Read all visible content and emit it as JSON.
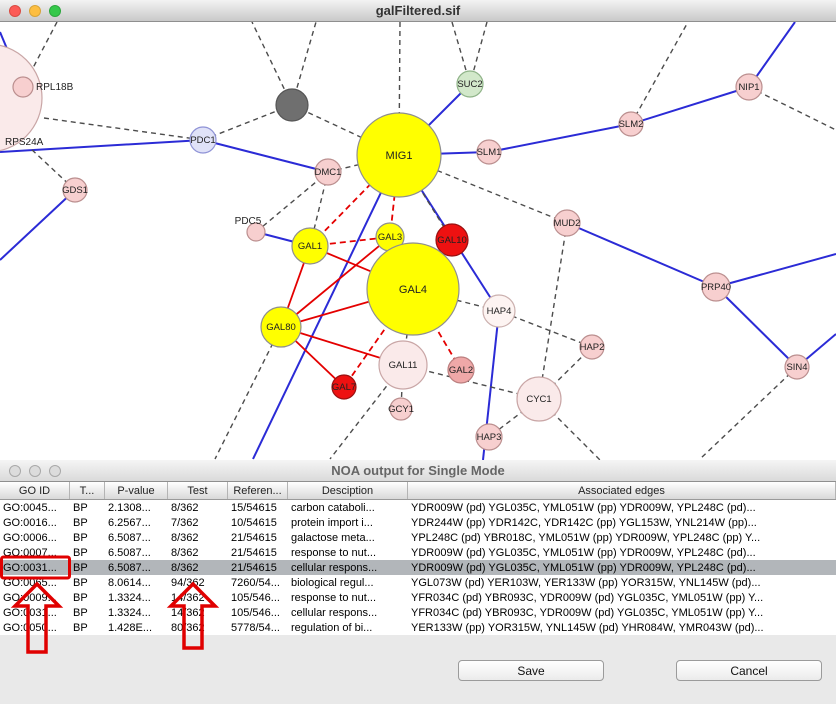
{
  "window_top": {
    "title": "galFiltered.sif"
  },
  "window_bottom": {
    "title": "NOA output for Single Mode"
  },
  "graph": {
    "nodes": {
      "rpl18b": {
        "label": "RPL18B"
      },
      "rps24a": {
        "label": "RPS24A"
      },
      "pdc1": {
        "label": "PDC1"
      },
      "gds1": {
        "label": "GDS1"
      },
      "dmc1": {
        "label": "DMC1"
      },
      "mig1": {
        "label": "MIG1"
      },
      "suc2": {
        "label": "SUC2"
      },
      "slm1": {
        "label": "SLM1"
      },
      "slm2": {
        "label": "SLM2"
      },
      "nip1": {
        "label": "NIP1"
      },
      "mud2": {
        "label": "MUD2"
      },
      "prp40": {
        "label": "PRP40"
      },
      "sin4": {
        "label": "SIN4"
      },
      "pdc5": {
        "label": "PDC5"
      },
      "gal1": {
        "label": "GAL1"
      },
      "gal3": {
        "label": "GAL3"
      },
      "gal10": {
        "label": "GAL10"
      },
      "gal4": {
        "label": "GAL4"
      },
      "hap4": {
        "label": "HAP4"
      },
      "hap2": {
        "label": "HAP2"
      },
      "gal80": {
        "label": "GAL80"
      },
      "gal11": {
        "label": "GAL11"
      },
      "gal2": {
        "label": "GAL2"
      },
      "gal7": {
        "label": "GAL7"
      },
      "gcy1": {
        "label": "GCY1"
      },
      "cyc1": {
        "label": "CYC1"
      },
      "hap3": {
        "label": "HAP3"
      }
    },
    "colors": {
      "node_highlight_yellow": "#ffff00",
      "node_highlight_red": "#ee1111",
      "edge_blue": "#2b2bd6",
      "edge_red": "#e40000",
      "edge_gray_dashed": "#4c4c4c",
      "annotation_red": "#e00000"
    }
  },
  "table": {
    "columns": [
      "GO ID",
      "T...",
      "P-value",
      "Test",
      "Referen...",
      "Desciption",
      "Associated edges"
    ],
    "rows": [
      {
        "go": "GO:0045...",
        "type": "BP",
        "p": "2.1308...",
        "test": "8/362",
        "ref": "15/54615",
        "desc": "carbon cataboli...",
        "edges": "YDR009W (pd) YGL035C, YML051W (pp) YDR009W, YPL248C (pd)...",
        "selected": false
      },
      {
        "go": "GO:0016...",
        "type": "BP",
        "p": "6.2567...",
        "test": "7/362",
        "ref": "10/54615",
        "desc": "protein import i...",
        "edges": "YDR244W (pp) YDR142C, YDR142C (pp) YGL153W, YNL214W (pp)...",
        "selected": false
      },
      {
        "go": "GO:0006...",
        "type": "BP",
        "p": "6.5087...",
        "test": "8/362",
        "ref": "21/54615",
        "desc": "galactose meta...",
        "edges": "YPL248C (pd) YBR018C, YML051W (pp) YDR009W, YPL248C (pp) Y...",
        "selected": false
      },
      {
        "go": "GO:0007...",
        "type": "BP",
        "p": "6.5087...",
        "test": "8/362",
        "ref": "21/54615",
        "desc": "response to nut...",
        "edges": "YDR009W (pd) YGL035C, YML051W (pp) YDR009W, YPL248C (pd)...",
        "selected": false
      },
      {
        "go": "GO:0031...",
        "type": "BP",
        "p": "6.5087...",
        "test": "8/362",
        "ref": "21/54615",
        "desc": "cellular respons...",
        "edges": "YDR009W (pd) YGL035C, YML051W (pp) YDR009W, YPL248C (pd)...",
        "selected": true
      },
      {
        "go": "GO:0065...",
        "type": "BP",
        "p": "8.0614...",
        "test": "94/362",
        "ref": "7260/54...",
        "desc": "biological regul...",
        "edges": "YGL073W (pd) YER103W, YER133W (pp) YOR315W, YNL145W (pd)...",
        "selected": false
      },
      {
        "go": "GO:0009...",
        "type": "BP",
        "p": "1.3324...",
        "test": "14/362",
        "ref": "105/546...",
        "desc": "response to nut...",
        "edges": "YFR034C (pd) YBR093C, YDR009W (pd) YGL035C, YML051W (pp) Y...",
        "selected": false
      },
      {
        "go": "GO:0031...",
        "type": "BP",
        "p": "1.3324...",
        "test": "14/362",
        "ref": "105/546...",
        "desc": "cellular respons...",
        "edges": "YFR034C (pd) YBR093C, YDR009W (pd) YGL035C, YML051W (pp) Y...",
        "selected": false
      },
      {
        "go": "GO:0050...",
        "type": "BP",
        "p": "1.428E...",
        "test": "80/362",
        "ref": "5778/54...",
        "desc": "regulation of bi...",
        "edges": "YER133W (pp) YOR315W, YNL145W (pd) YHR084W, YMR043W (pd)...",
        "selected": false
      }
    ]
  },
  "buttons": {
    "save": "Save",
    "cancel": "Cancel"
  }
}
